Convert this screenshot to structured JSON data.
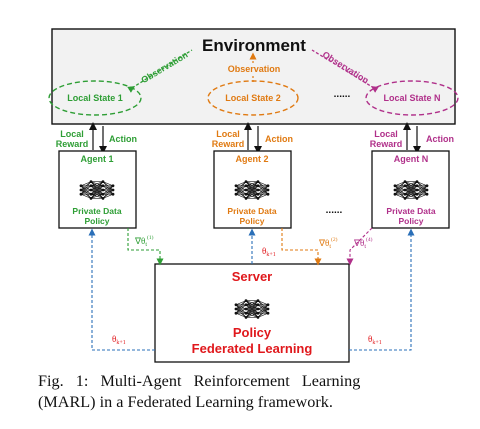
{
  "environment": {
    "title": "Environment",
    "observation_left": "Observation",
    "observation_center": "Observation",
    "observation_right": "Observation",
    "local_states": [
      "Local State 1",
      "Local State 2",
      "......",
      "Local State N"
    ]
  },
  "agents": [
    {
      "name": "Agent 1",
      "reward_line1": "Local",
      "reward_line2": "Reward",
      "action": "Action",
      "policy_line1": "Private Data",
      "policy_line2": "Policy",
      "gradient_label": "∇θ",
      "gradient_sub": "t",
      "gradient_sup": "(1)",
      "color": "#2e9e35"
    },
    {
      "name": "Agent 2",
      "reward_line1": "Local",
      "reward_line2": "Reward",
      "action": "Action",
      "policy_line1": "Private Data",
      "policy_line2": "Policy",
      "gradient_label": "∇θ",
      "gradient_sub": "t",
      "gradient_sup": "(2)",
      "color": "#e07a12"
    },
    {
      "name": "Agent N",
      "reward_line1": "Local",
      "reward_line2": "Reward",
      "action": "Action",
      "policy_line1": "Private Data",
      "policy_line2": "Policy",
      "gradient_label": "∇θ",
      "gradient_sub": "t",
      "gradient_sup": "(4)",
      "color": "#b0308a"
    }
  ],
  "agents_ellipsis": "......",
  "server": {
    "title": "Server",
    "policy": "Policy",
    "federated": "Federated Learning",
    "theta_center": "θ",
    "theta_center_sub": "k+1",
    "theta_left": "θ",
    "theta_left_sub": "k+1",
    "theta_right": "θ",
    "theta_right_sub": "k+1"
  },
  "colors": {
    "agent1": "#2e9e35",
    "agent2": "#e07a12",
    "agentN": "#b0308a",
    "server_text": "#e0181c",
    "broadcast_blue": "#2a6fb8",
    "env_fill": "#f2f2f2"
  },
  "caption": {
    "line1": "Fig.   1:   Multi-Agent   Reinforcement   Learning",
    "line2": "(MARL) in a Federated Learning framework."
  }
}
